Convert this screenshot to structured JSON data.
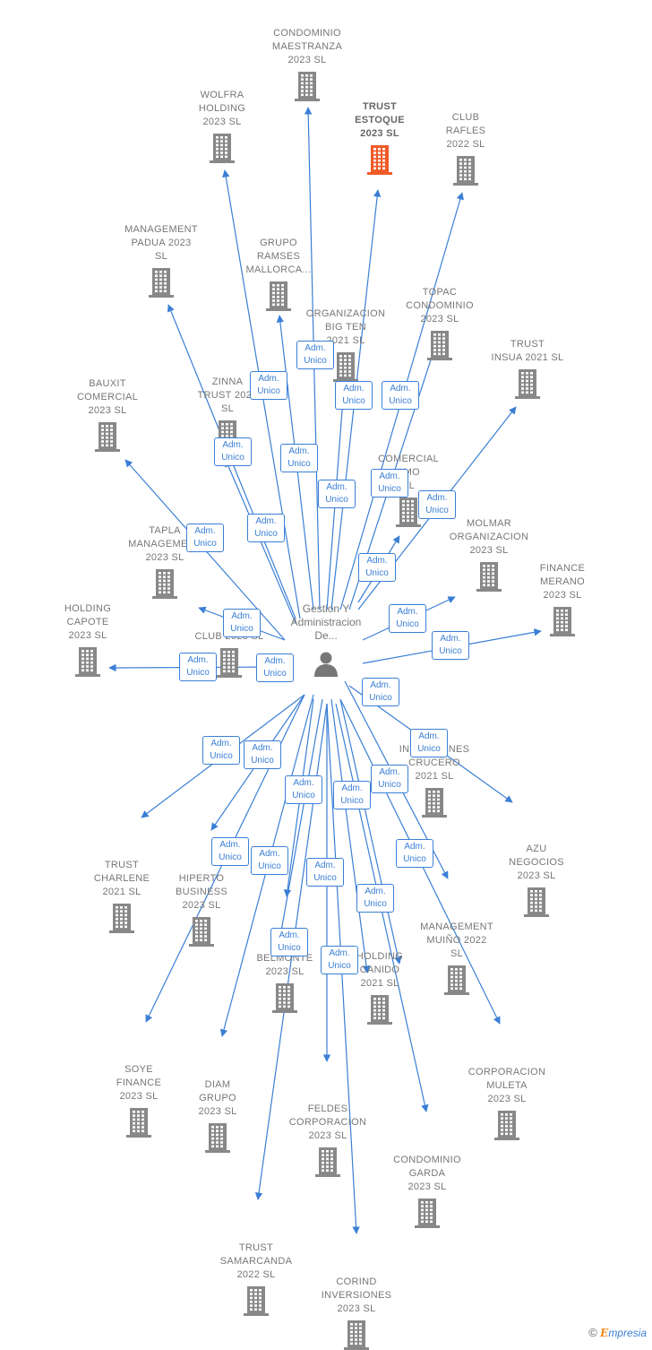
{
  "center": {
    "label": "Gestion Y\nAdministracion\nDe..."
  },
  "edge_label": "Adm.\nUnico",
  "colors": {
    "edge": "#3a7fd5",
    "node": "#888888",
    "highlight": "#f05a28"
  },
  "nodes": [
    {
      "id": "condominio-maestranza",
      "label": "CONDOMINIO\nMAESTRANZA\n2023  SL"
    },
    {
      "id": "wolfra-holding",
      "label": "WOLFRA\nHOLDING\n2023  SL"
    },
    {
      "id": "trust-estoque",
      "label": "TRUST\nESTOQUE\n2023  SL",
      "highlight": true
    },
    {
      "id": "club-rafles",
      "label": "CLUB\nRAFLES\n2022  SL"
    },
    {
      "id": "management-padua",
      "label": "MANAGEMENT\nPADUA 2023\nSL"
    },
    {
      "id": "grupo-ramses",
      "label": "GRUPO\nRAMSES\nMALLORCA..."
    },
    {
      "id": "organizacion-big-ten",
      "label": "ORGANIZACION\nBIG TEN\n2021  SL"
    },
    {
      "id": "topac-condominio",
      "label": "TOPAC\nCONDOMINIO\n2023  SL"
    },
    {
      "id": "trust-insua",
      "label": "TRUST\nINSUA 2021  SL"
    },
    {
      "id": "bauxit-comercial",
      "label": "BAUXIT\nCOMERCIAL\n2023  SL"
    },
    {
      "id": "zinna-trust",
      "label": "ZINNA\nTRUST 2023\nSL"
    },
    {
      "id": "comercial-amo",
      "label": "COMERCIAL\nAMO\nSL"
    },
    {
      "id": "molmar-organizacion",
      "label": "MOLMAR\nORGANIZACION\n2023  SL"
    },
    {
      "id": "tapla-management",
      "label": "TAPLA\nMANAGEMENT\n2023  SL"
    },
    {
      "id": "finance-merano",
      "label": "FINANCE\nMERANO\n2023  SL"
    },
    {
      "id": "holding-capote",
      "label": "HOLDING\nCAPOTE\n2023  SL"
    },
    {
      "id": "es-club",
      "label": "ES\nCLUB 2023  SL"
    },
    {
      "id": "inversiones-crucero",
      "label": "INVERSIONES\nCRUCERO\n2021  SL"
    },
    {
      "id": "azu-negocios",
      "label": "AZU\nNEGOCIOS\n2023  SL"
    },
    {
      "id": "trust-charlene",
      "label": "TRUST\nCHARLENE\n2021  SL"
    },
    {
      "id": "hiperto-business",
      "label": "HIPERTO\nBUSINESS\n2023  SL"
    },
    {
      "id": "management-muino",
      "label": "MANAGEMENT\nMUIÑO 2022\nSL"
    },
    {
      "id": "fi-belmonte",
      "label": "FI\nBELMONTE\n2023  SL"
    },
    {
      "id": "holding-canido",
      "label": "HOLDING\nCANIDO\n2021  SL"
    },
    {
      "id": "soye-finance",
      "label": "SOYE\nFINANCE\n2023  SL"
    },
    {
      "id": "diam-grupo",
      "label": "DIAM\nGRUPO\n2023  SL"
    },
    {
      "id": "corporacion-muleta",
      "label": "CORPORACION\nMULETA\n2023  SL"
    },
    {
      "id": "feldes-corporacion",
      "label": "FELDES\nCORPORACION\n2023  SL"
    },
    {
      "id": "condominio-garda",
      "label": "CONDOMINIO\nGARDA\n2023  SL"
    },
    {
      "id": "trust-samarcanda",
      "label": "TRUST\nSAMARCANDA\n2022  SL"
    },
    {
      "id": "corind-inversiones",
      "label": "CORIND\nINVERSIONES\n2023  SL"
    }
  ],
  "brand": {
    "copyright": "©",
    "logo_letter": "E",
    "word": "mpresia"
  }
}
